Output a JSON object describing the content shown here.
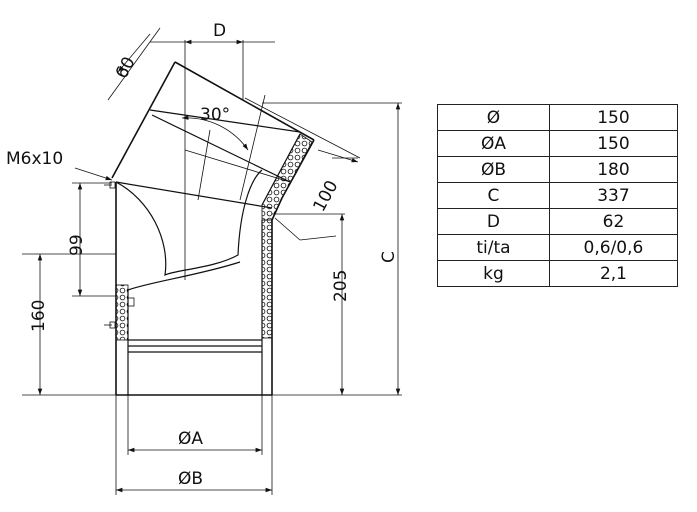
{
  "drawing": {
    "labels": {
      "top_width": "D",
      "diag_left": "60",
      "angle": "30°",
      "screw": "M6x10",
      "diag_right": "100",
      "left_small": "99",
      "left_large": "160",
      "mid_height": "205",
      "right_height": "C",
      "inner_dia": "ØA",
      "outer_dia": "ØB"
    },
    "colors": {
      "ink": "#111111",
      "insulation": "#111111"
    }
  },
  "spec_table": {
    "rows": [
      {
        "key": "Ø",
        "value": "150"
      },
      {
        "key": "ØA",
        "value": "150"
      },
      {
        "key": "ØB",
        "value": "180"
      },
      {
        "key": "C",
        "value": "337"
      },
      {
        "key": "D",
        "value": "62"
      },
      {
        "key": "ti/ta",
        "value": "0,6/0,6"
      },
      {
        "key": "kg",
        "value": "2,1"
      }
    ]
  }
}
